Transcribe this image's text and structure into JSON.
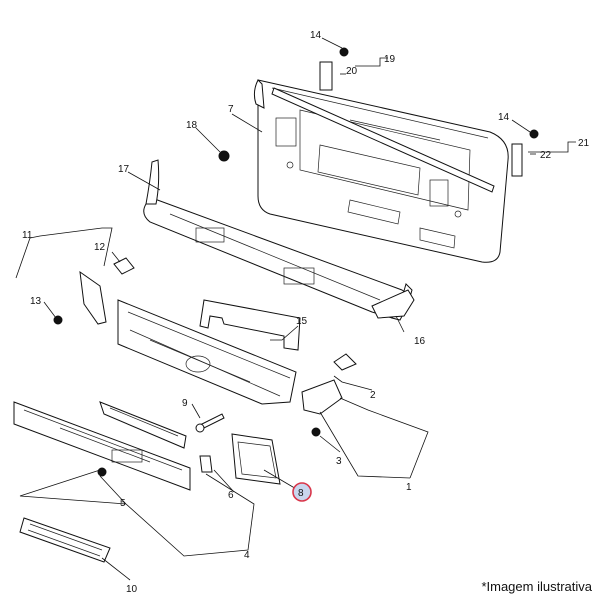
{
  "diagram": {
    "callouts": {
      "c1": "1",
      "c2": "2",
      "c3": "3",
      "c4": "4",
      "c5": "5",
      "c6": "6",
      "c7": "7",
      "c8": "8",
      "c9": "9",
      "c10": "10",
      "c11": "11",
      "c12": "12",
      "c13": "13",
      "c14a": "14",
      "c14b": "14",
      "c15": "15",
      "c16": "16",
      "c17": "17",
      "c18": "18",
      "c19": "19",
      "c20": "20",
      "c21": "21",
      "c22": "22"
    },
    "highlight_color": "#d9364a",
    "highlight_fill": "#c9d6ee"
  },
  "caption": "*Imagem ilustrativa"
}
